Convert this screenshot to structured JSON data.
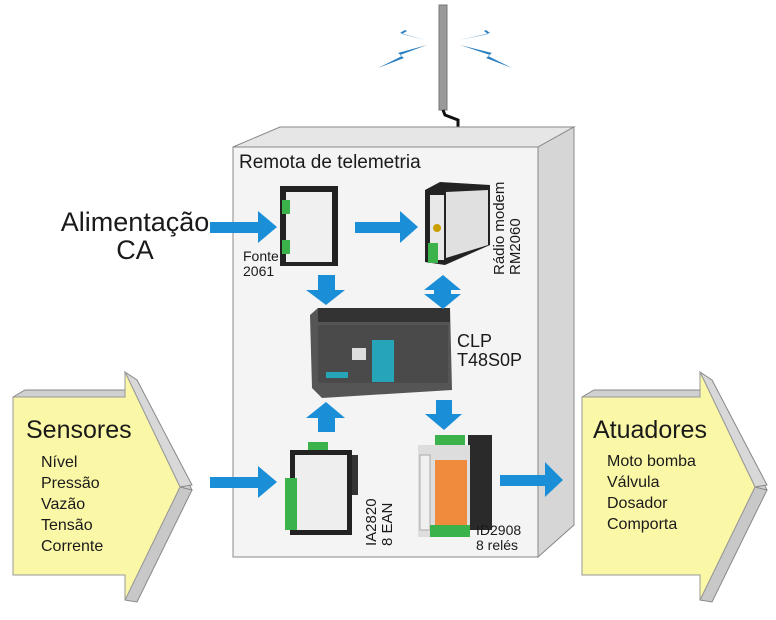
{
  "power_input": {
    "line1": "Alimentação",
    "line2": "CA"
  },
  "enclosure": {
    "title": "Remota de telemetria"
  },
  "devices": {
    "power_supply": {
      "line1": "Fonte",
      "line2": "2061"
    },
    "radio_modem": {
      "line1": "Rádio modem",
      "line2": "RM2060"
    },
    "plc": {
      "line1": "CLP",
      "line2": "T48S0P"
    },
    "analog_input": {
      "line1": "IA2820",
      "line2": "8 EAN"
    },
    "relay_output": {
      "line1": "ID2908",
      "line2": "8 relés"
    }
  },
  "sensors": {
    "title": "Sensores",
    "items": [
      "Nível",
      "Pressão",
      "Vazão",
      "Tensão",
      "Corrente"
    ]
  },
  "actuators": {
    "title": "Atuadores",
    "items": [
      "Moto bomba",
      "Válvula",
      "Dosador",
      "Comporta"
    ]
  },
  "colors": {
    "arrow": "#1b8ed8",
    "panel_yellow": "#faf7a6",
    "box_face": "#f4f4f4",
    "box_side": "#d6d6d6"
  }
}
